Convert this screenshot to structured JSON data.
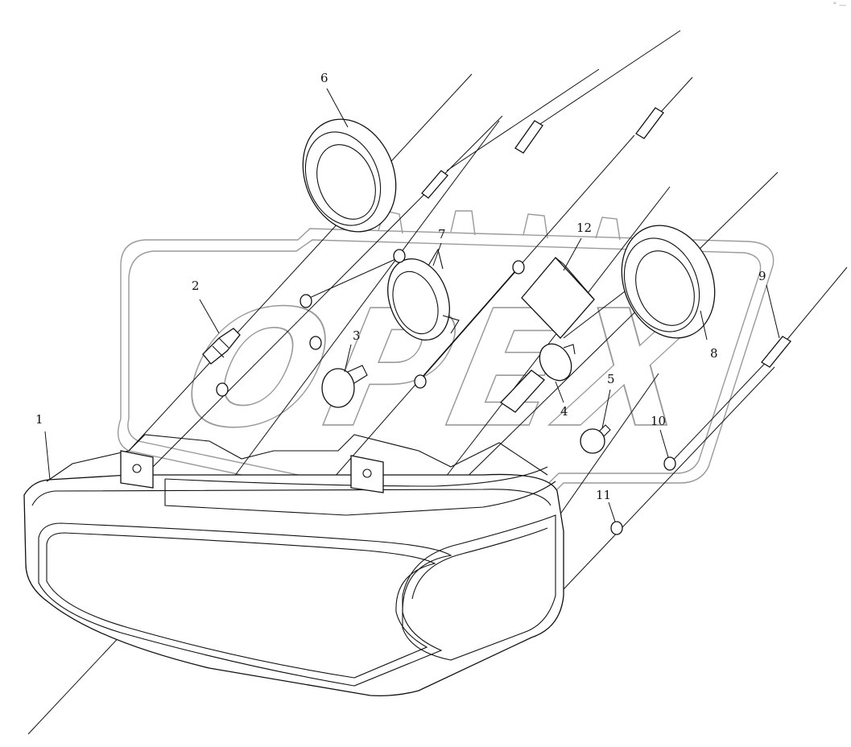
{
  "watermark": {
    "text": "OPEX"
  },
  "corner_mark": "° —",
  "callouts": [
    {
      "id": "1",
      "label": "1"
    },
    {
      "id": "2",
      "label": "2"
    },
    {
      "id": "3",
      "label": "3"
    },
    {
      "id": "4",
      "label": "4"
    },
    {
      "id": "5",
      "label": "5"
    },
    {
      "id": "6",
      "label": "6"
    },
    {
      "id": "7",
      "label": "7"
    },
    {
      "id": "8",
      "label": "8"
    },
    {
      "id": "9",
      "label": "9"
    },
    {
      "id": "10",
      "label": "10"
    },
    {
      "id": "11",
      "label": "11"
    },
    {
      "id": "12",
      "label": "12"
    }
  ]
}
